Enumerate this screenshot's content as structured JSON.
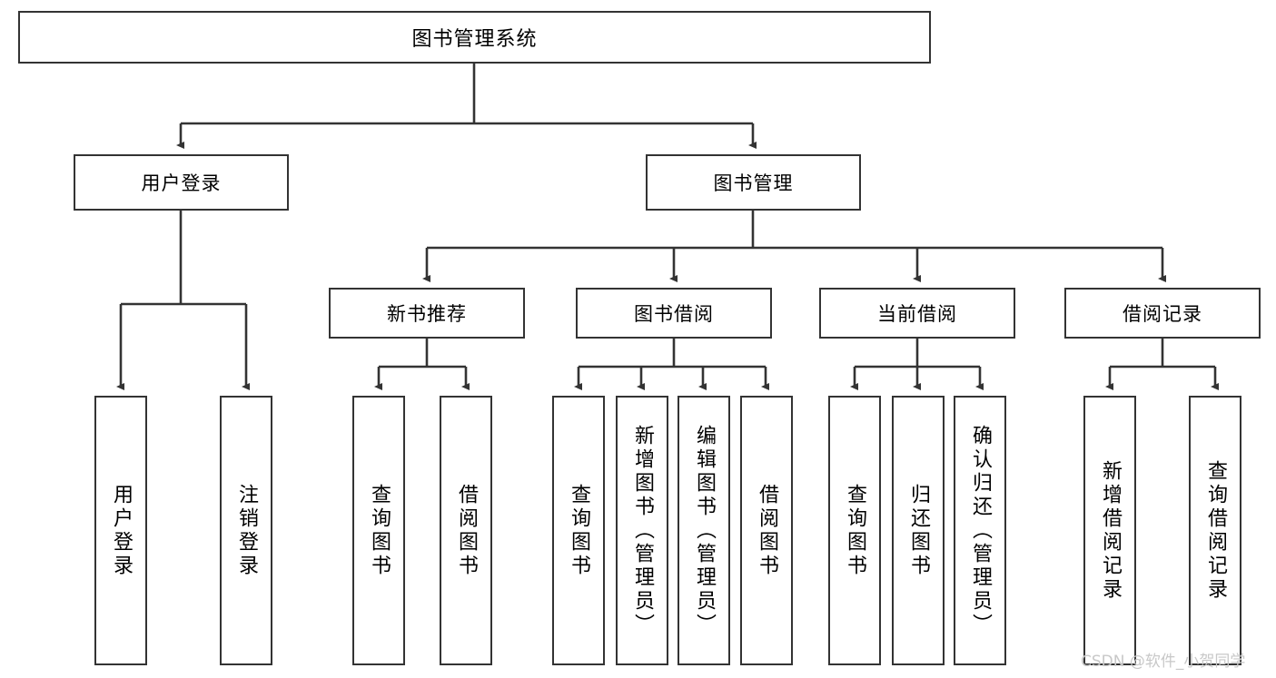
{
  "diagram": {
    "type": "tree-hierarchy",
    "title": "图书管理系统",
    "watermark": "CSDN @软件_小贺同学",
    "colors": {
      "stroke": "#333333",
      "background": "#ffffff",
      "text": "#000000",
      "watermark": "#c8c8c8"
    },
    "levels": {
      "root": {
        "label": "图书管理系统"
      },
      "level2": [
        {
          "id": "user-login",
          "label": "用户登录"
        },
        {
          "id": "book-management",
          "label": "图书管理"
        }
      ],
      "level3": [
        {
          "id": "new-book-recommend",
          "label": "新书推荐"
        },
        {
          "id": "book-borrow",
          "label": "图书借阅"
        },
        {
          "id": "current-borrow",
          "label": "当前借阅"
        },
        {
          "id": "borrow-record",
          "label": "借阅记录"
        }
      ],
      "level4": [
        {
          "id": "leaf-user-login",
          "label": "用户登录",
          "parent": "user-login"
        },
        {
          "id": "leaf-logout",
          "label": "注销登录",
          "parent": "user-login"
        },
        {
          "id": "leaf-query-book-1",
          "label": "查询图书",
          "parent": "new-book-recommend"
        },
        {
          "id": "leaf-borrow-book-1",
          "label": "借阅图书",
          "parent": "new-book-recommend"
        },
        {
          "id": "leaf-query-book-2",
          "label": "查询图书",
          "parent": "book-borrow"
        },
        {
          "id": "leaf-add-book",
          "label": "新增图书（管理员）",
          "parent": "book-borrow"
        },
        {
          "id": "leaf-edit-book",
          "label": "编辑图书（管理员）",
          "parent": "book-borrow"
        },
        {
          "id": "leaf-borrow-book-2",
          "label": "借阅图书",
          "parent": "book-borrow"
        },
        {
          "id": "leaf-query-book-3",
          "label": "查询图书",
          "parent": "current-borrow"
        },
        {
          "id": "leaf-return-book",
          "label": "归还图书",
          "parent": "current-borrow"
        },
        {
          "id": "leaf-confirm-return",
          "label": "确认归还（管理员）",
          "parent": "current-borrow"
        },
        {
          "id": "leaf-add-record",
          "label": "新增借阅记录",
          "parent": "borrow-record"
        },
        {
          "id": "leaf-query-record",
          "label": "查询借阅记录",
          "parent": "borrow-record"
        }
      ]
    }
  }
}
